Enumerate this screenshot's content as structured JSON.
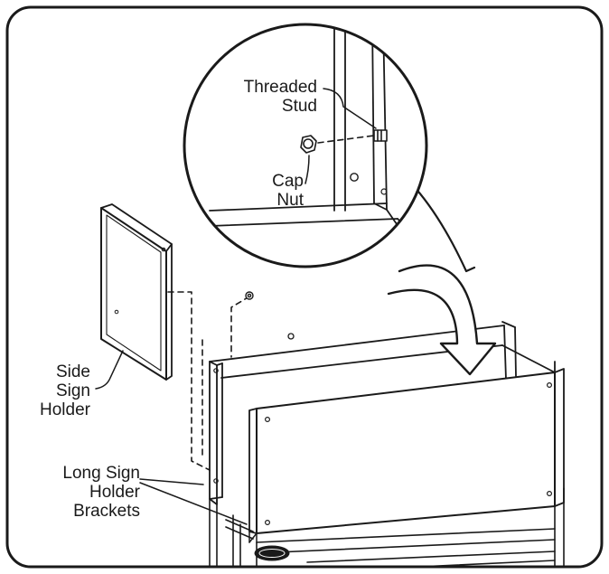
{
  "labels": {
    "threaded_stud": [
      "Threaded",
      "Stud"
    ],
    "cap_nut": [
      "Cap",
      "Nut"
    ],
    "side_sign_holder": [
      "Side",
      "Sign",
      "Holder"
    ],
    "long_sign_holder_brackets": [
      "Long Sign",
      "Holder",
      "Brackets"
    ]
  },
  "colors": {
    "line": "#1a1a1a",
    "background": "#ffffff",
    "panel_shade": "#f2f2f2"
  }
}
